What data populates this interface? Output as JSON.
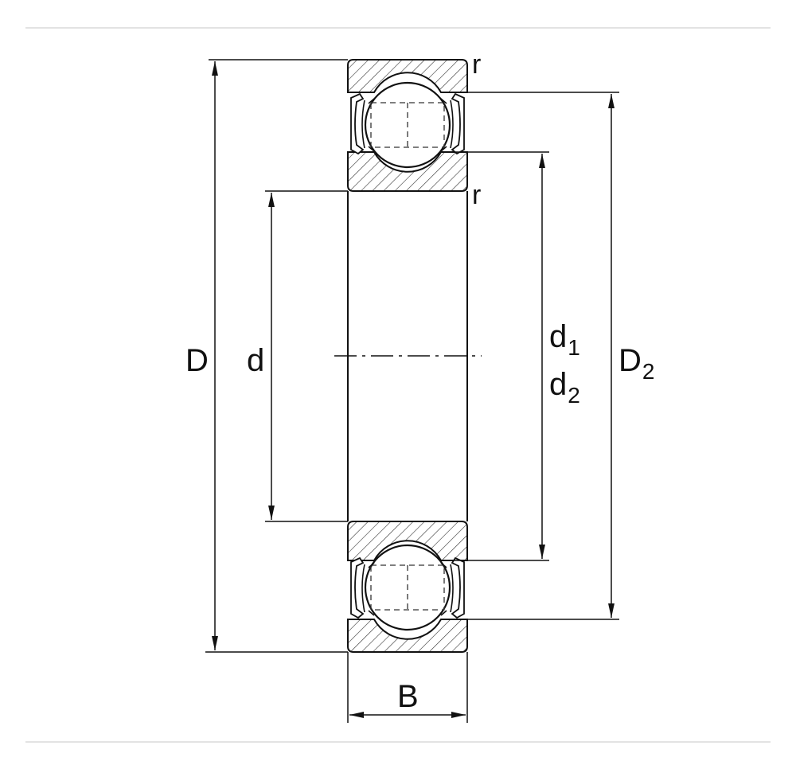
{
  "labels": {
    "outer_diameter": "D",
    "bore_diameter": "d",
    "d1_main": "d",
    "d1_sub": "1",
    "d2_main": "d",
    "d2_sub": "2",
    "D2_main": "D",
    "D2_sub": "2",
    "width": "B",
    "radius_top": "r",
    "radius_lower": "r"
  },
  "colors": {
    "line": "#111111",
    "divider": "#e3e3e3",
    "background": "#ffffff"
  }
}
